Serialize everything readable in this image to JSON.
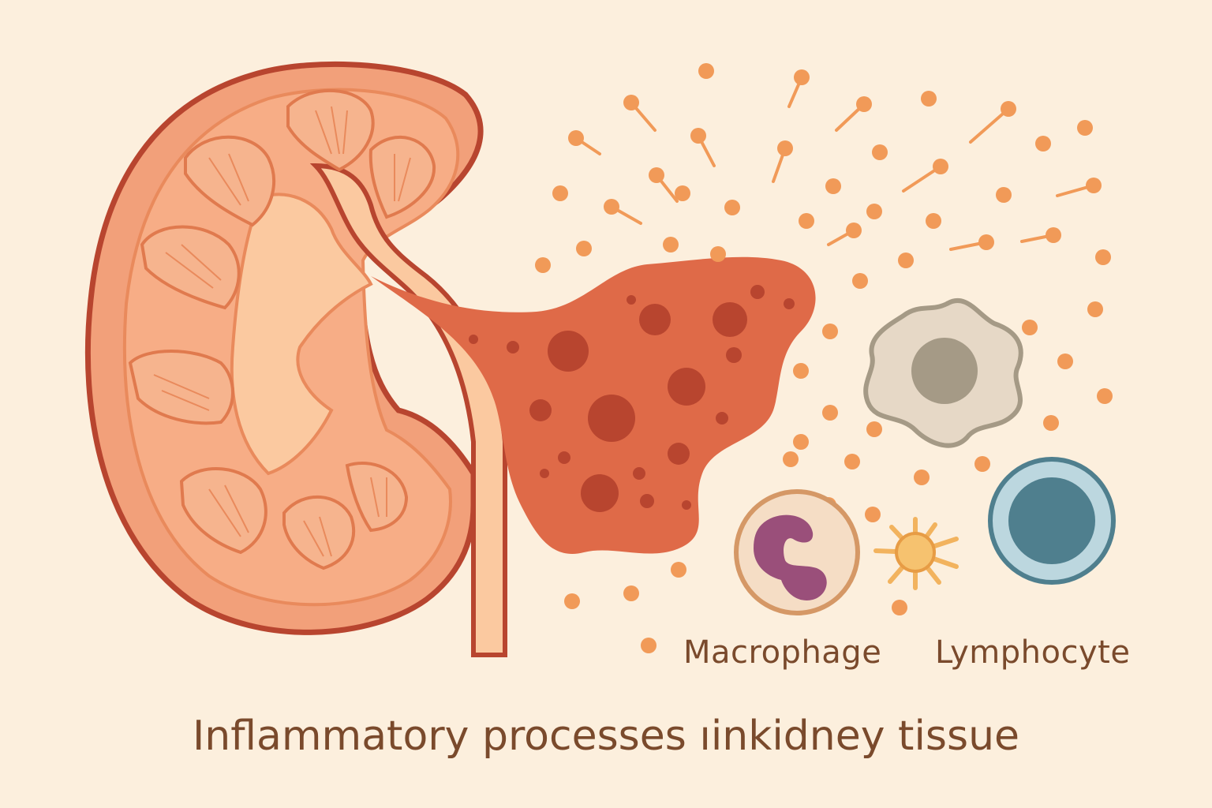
{
  "labels": {
    "macrophage": "Macrophage",
    "lymphocyte": "Lymphocyte"
  },
  "caption": "Inflammatory processes ıinkidney tissue",
  "colors": {
    "background": "#fcefdd",
    "kidney_cortex": "#f2a07a",
    "kidney_outline": "#b8452f",
    "pyramid": "#f6b48e",
    "pelvis": "#fbc9a0",
    "inflamed_tissue": "#df6a48",
    "inflamed_spots": "#b8452f",
    "cytokine": "#f19a58",
    "macrophage_cell": "#e6d8c6",
    "macrophage_nucleus": "#a59a86",
    "neutrophil_nucleus": "#9a4f7a",
    "lymphocyte_ring": "#bcd7df",
    "lymphocyte_nucleus": "#4f7f8e",
    "dendritic": "#f2b35e",
    "text": "#7a4a2c"
  }
}
